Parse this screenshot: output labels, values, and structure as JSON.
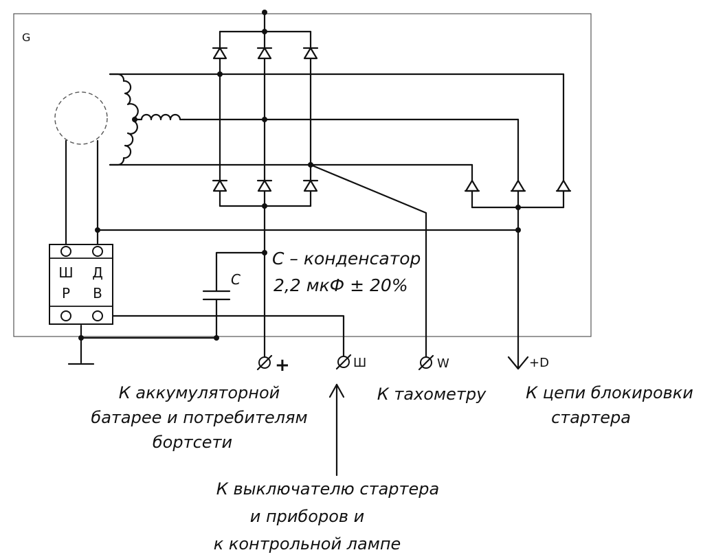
{
  "frame_label": "G",
  "capacitor_note": {
    "line1": "С – конденсатор",
    "line2": "2,2 мкФ ± 20%"
  },
  "capacitor_symbol": "C",
  "regulator": {
    "top_left": "Ш",
    "top_right": "Д",
    "bottom_left": "Р",
    "bottom_right": "В"
  },
  "terminals": {
    "plus": "+",
    "sh": "Ш",
    "w": "W",
    "d": "+D"
  },
  "captions": {
    "battery": [
      "К аккумуляторной",
      "батарее и потребителям",
      "бортсети"
    ],
    "tachometer": [
      "К тахометру"
    ],
    "blocking": [
      "К цепи блокировки",
      "стартера"
    ],
    "switch": [
      "К выключателю стартера",
      "и приборов и",
      "к контрольной лампе"
    ]
  }
}
